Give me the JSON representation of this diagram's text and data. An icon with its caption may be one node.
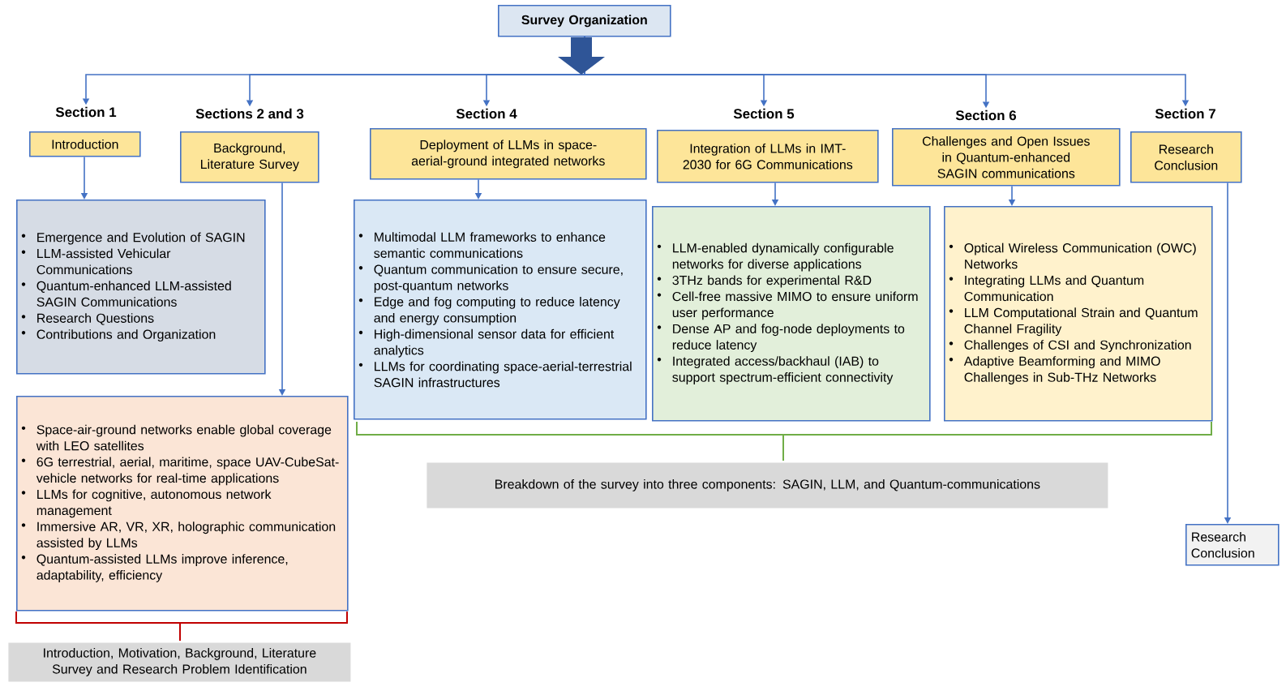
{
  "diagram": {
    "nodes": [
      {
        "text": [
          "Survey Organization"
        ]
      },
      {
        "text": [
          "Section 1",
          "Introduction"
        ]
      },
      {
        "text": [
          "Sections 2 and 3",
          "Background, Literature Survey"
        ]
      },
      {
        "text": [
          "Section 4",
          "Deployment of LLMs in space-aerial-ground integrated networks"
        ]
      },
      {
        "text": [
          "Section 5",
          "Integration of LLMs in IMT-2030 for 6G Communications"
        ]
      },
      {
        "text": [
          "Section 6",
          "Challenges and Open Issues in Quantum-enhanced SAGIN communications"
        ]
      },
      {
        "text": [
          "Section 7",
          "Research Conclusion"
        ]
      },
      {
        "text": [
          "Emergence and Evolution of SAGIN",
          "LLM-assisted Vehicular Communications",
          "Quantum-enhanced LLM-assisted SAGIN Communications",
          "Research Questions",
          "Contributions and Organization"
        ]
      },
      {
        "text": [
          "Space-air-ground networks enable global coverage with LEO satellites",
          "6G terrestrial, aerial, maritime, space UAV-CubeSat-vehicle networks for real-time applications",
          "LLMs for cognitive, autonomous network management",
          "Immersive AR, VR, XR, holographic communication assisted by LLMs",
          "Quantum-assisted LLMs improve inference, adaptability, efficiency"
        ]
      },
      {
        "text": [
          "Multimodal LLM frameworks to enhance semantic communications",
          "Quantum communication to ensure secure, post-quantum networks",
          "Edge and fog computing to reduce latency and energy consumption",
          "High-dimensional sensor data for efficient analytics",
          "LLMs for coordinating space-aerial-terrestrial SAGIN infrastructures"
        ]
      },
      {
        "text": [
          "LLM-enabled dynamically configurable networks for diverse applications",
          "3THz bands for experimental R&D",
          "Cell-free massive MIMO to ensure uniform user performance",
          "Dense AP and fog-node deployments to reduce latency",
          "Integrated access/backhaul (IAB) to support spectrum-efficient connectivity"
        ]
      },
      {
        "text": [
          "Optical Wireless Communication (OWC) Networks",
          "Integrating LLMs and Quantum Communication",
          "LLM Computational Strain and Quantum Channel Fragility",
          "Challenges of CSI and Synchronization",
          "Adaptive Beamforming and MIMO Challenges in Sub-THz Networks"
        ]
      },
      {
        "text": [
          "Research Conclusion"
        ]
      },
      {
        "text": [
          "Introduction, Motivation, Background, Literature Survey and Research Problem Identification"
        ]
      },
      {
        "text": [
          "Breakdown of the survey into three components: SAGIN, LLM, and Quantum-communications"
        ]
      }
    ],
    "edges": [
      {
        "from": 0,
        "to": 1,
        "arrow": "to"
      },
      {
        "from": 0,
        "to": 2,
        "arrow": "to"
      },
      {
        "from": 0,
        "to": 3,
        "arrow": "to"
      },
      {
        "from": 0,
        "to": 4,
        "arrow": "to"
      },
      {
        "from": 0,
        "to": 5,
        "arrow": "to"
      },
      {
        "from": 0,
        "to": 6,
        "arrow": "to"
      },
      {
        "from": 1,
        "to": 7,
        "arrow": "to"
      },
      {
        "from": 2,
        "to": 8,
        "arrow": "to"
      },
      {
        "from": 3,
        "to": 9,
        "arrow": "to"
      },
      {
        "from": 4,
        "to": 10,
        "arrow": "to"
      },
      {
        "from": 5,
        "to": 11,
        "arrow": "to"
      },
      {
        "from": 6,
        "to": 12,
        "arrow": "to"
      }
    ]
  }
}
